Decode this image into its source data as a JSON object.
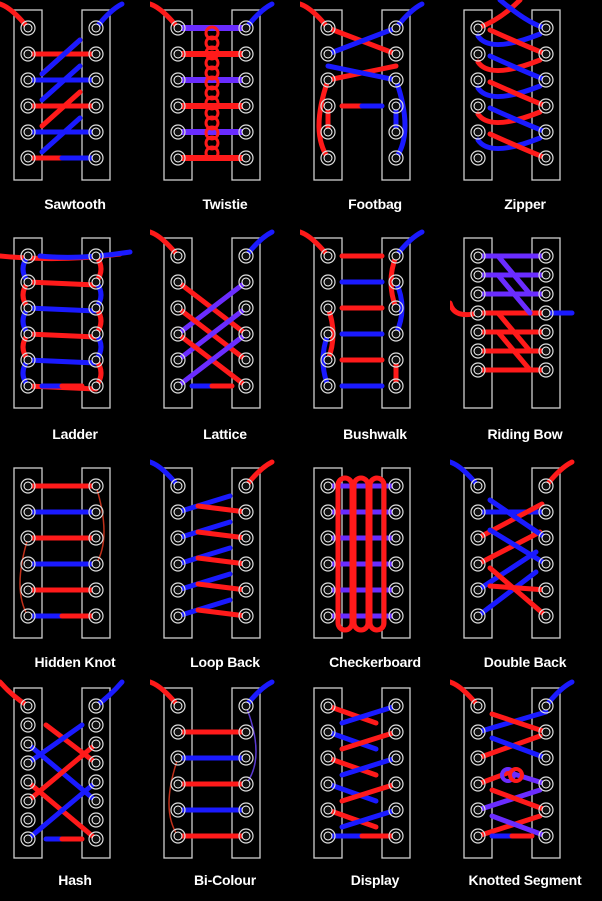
{
  "colors": {
    "background": "#000000",
    "red": "#ff1a1a",
    "blue": "#1a1aff",
    "purple": "#6a2cff",
    "panel_stroke": "#cfcfcf",
    "text": "#ffffff"
  },
  "methods": [
    {
      "name": "Sawtooth",
      "style": "sawtooth"
    },
    {
      "name": "Twistie",
      "style": "twistie"
    },
    {
      "name": "Footbag",
      "style": "footbag"
    },
    {
      "name": "Zipper",
      "style": "zipper"
    },
    {
      "name": "Ladder",
      "style": "ladder"
    },
    {
      "name": "Lattice",
      "style": "lattice"
    },
    {
      "name": "Bushwalk",
      "style": "bushwalk"
    },
    {
      "name": "Riding Bow",
      "style": "ridingbow"
    },
    {
      "name": "Hidden Knot",
      "style": "hiddenknot"
    },
    {
      "name": "Loop Back",
      "style": "loopback"
    },
    {
      "name": "Checkerboard",
      "style": "checkerboard"
    },
    {
      "name": "Double Back",
      "style": "doubleback"
    },
    {
      "name": "Hash",
      "style": "hash"
    },
    {
      "name": "Bi-Colour",
      "style": "bicolour"
    },
    {
      "name": "Display",
      "style": "display"
    },
    {
      "name": "Knotted Segment",
      "style": "knotted"
    }
  ]
}
